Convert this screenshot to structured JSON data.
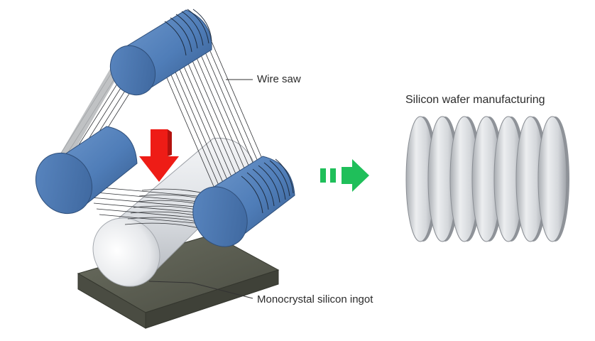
{
  "labels": {
    "wire_saw": "Wire saw",
    "wafer_section": "Silicon wafer manufacturing",
    "ingot": "Monocrystal silicon ingot"
  },
  "colors": {
    "roller_blue": "#4f7db8",
    "roller_blue_dark": "#3b6398",
    "ingot_silver": "#e9ebee",
    "base_dark": "#55584c",
    "red_arrow": "#ee1c16",
    "green_arrow": "#1fbf5a",
    "wafer_gray": "#d9dbde"
  },
  "icons": {
    "down_arrow": "red-down-arrow-icon",
    "process_arrow": "green-dashed-right-arrow-icon"
  },
  "wafers": {
    "count": 7
  }
}
